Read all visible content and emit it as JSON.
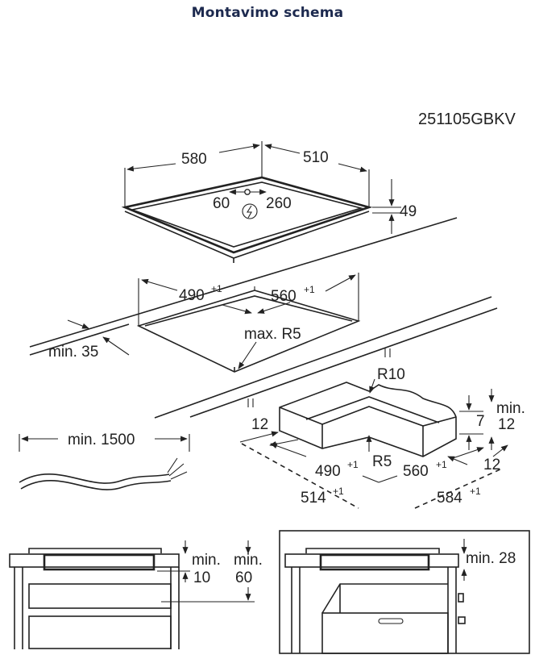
{
  "title": "Montavimo schema",
  "code": "251105GBKV",
  "hob": {
    "width": "580",
    "depth": "510",
    "conn_left": "60",
    "conn_right": "260",
    "height": "49"
  },
  "cutout": {
    "width": "490",
    "width_sup": "+1",
    "depth": "560",
    "depth_sup": "+1",
    "radius": "max. R5",
    "front_min": "min. 35"
  },
  "cable": {
    "length": "min. 1500"
  },
  "frame": {
    "radius_top": "R10",
    "radius_inner": "R5",
    "edge_left": "12",
    "edge_right": "12",
    "height": "7",
    "min_label": "min.",
    "min_value": "12",
    "inner_width": "490",
    "inner_width_sup": "+1",
    "inner_depth": "560",
    "inner_depth_sup": "+1",
    "outer_width": "514",
    "outer_width_sup": "+1",
    "outer_depth": "584",
    "outer_depth_sup": "+1"
  },
  "section_a": {
    "min1_label": "min.",
    "min1_value": "10",
    "min2_label": "min.",
    "min2_value": "60"
  },
  "section_b": {
    "min_label": "min. 28"
  }
}
